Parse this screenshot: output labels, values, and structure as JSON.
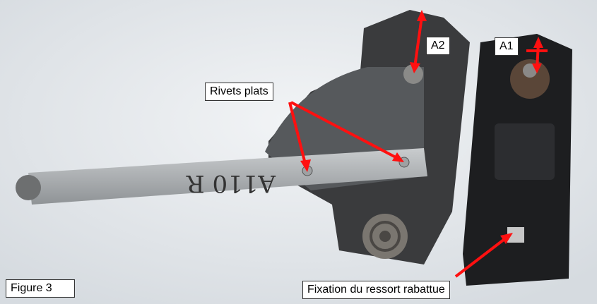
{
  "figure": {
    "caption": "Figure 3",
    "labels": {
      "a2": "A2",
      "a1": "A1",
      "rivets": "Rivets plats",
      "fixation": "Fixation du ressort rabattue"
    },
    "engraving": "A110 R",
    "arrow_color": "#ff1010"
  }
}
